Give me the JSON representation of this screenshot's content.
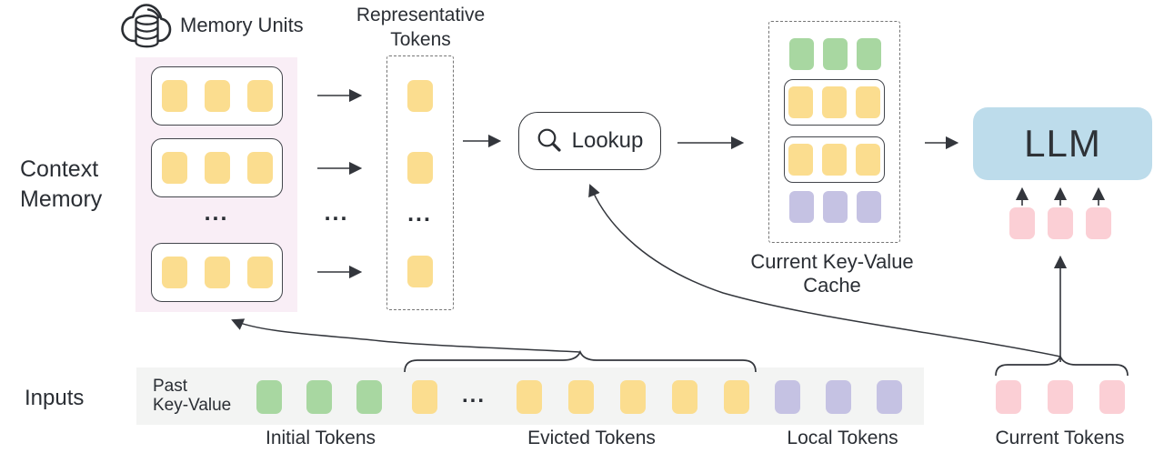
{
  "palette": {
    "yellow": "#FBDD8F",
    "green": "#A8D7A1",
    "purple": "#C5C2E3",
    "pink": "#FBCFD5",
    "blue": "#BDDCEB",
    "memory_bg": "#F9EEF6",
    "strip_bg": "#F3F4F3",
    "ink": "#2A2E34",
    "line": "#33363C"
  },
  "context_memory": {
    "label_line1": "Context",
    "label_line2": "Memory",
    "memory_units_label": "Memory Units",
    "units": [
      {
        "color": "yellow",
        "count": 3
      },
      {
        "color": "yellow",
        "count": 3
      },
      {
        "color": "yellow",
        "count": 3
      }
    ]
  },
  "representative": {
    "label_line1": "Representative",
    "label_line2": "Tokens",
    "tokens": [
      {
        "color": "yellow",
        "count": 1
      },
      {
        "color": "yellow",
        "count": 1
      },
      {
        "color": "yellow",
        "count": 1
      }
    ]
  },
  "lookup": {
    "label": "Lookup"
  },
  "cache": {
    "label_line1": "Current Key-Value",
    "label_line2": "Cache",
    "rows": [
      {
        "color": "green",
        "count": 3,
        "boxed": false
      },
      {
        "color": "yellow",
        "count": 3,
        "boxed": true
      },
      {
        "color": "yellow",
        "count": 3,
        "boxed": true
      },
      {
        "color": "purple",
        "count": 3,
        "boxed": false
      }
    ]
  },
  "llm": {
    "label": "LLM",
    "input_tokens": {
      "color": "pink",
      "count": 3
    }
  },
  "inputs": {
    "label": "Inputs",
    "past_kv_line1": "Past",
    "past_kv_line2": "Key-Value",
    "groups": [
      {
        "id": "initial",
        "label": "Initial Tokens",
        "tokens": {
          "color": "green",
          "count": 3
        }
      },
      {
        "id": "evicted",
        "label": "Evicted Tokens",
        "tokens_before": {
          "color": "yellow",
          "count": 1
        },
        "ellipsis": "...",
        "tokens_after": {
          "color": "yellow",
          "count": 5
        }
      },
      {
        "id": "local",
        "label": "Local Tokens",
        "tokens": {
          "color": "purple",
          "count": 3
        }
      },
      {
        "id": "current",
        "label": "Current Tokens",
        "tokens": {
          "color": "pink",
          "count": 3
        }
      }
    ]
  },
  "ellipses": {
    "memory_box": "...",
    "arrow_column": "...",
    "representative_box": "..."
  }
}
